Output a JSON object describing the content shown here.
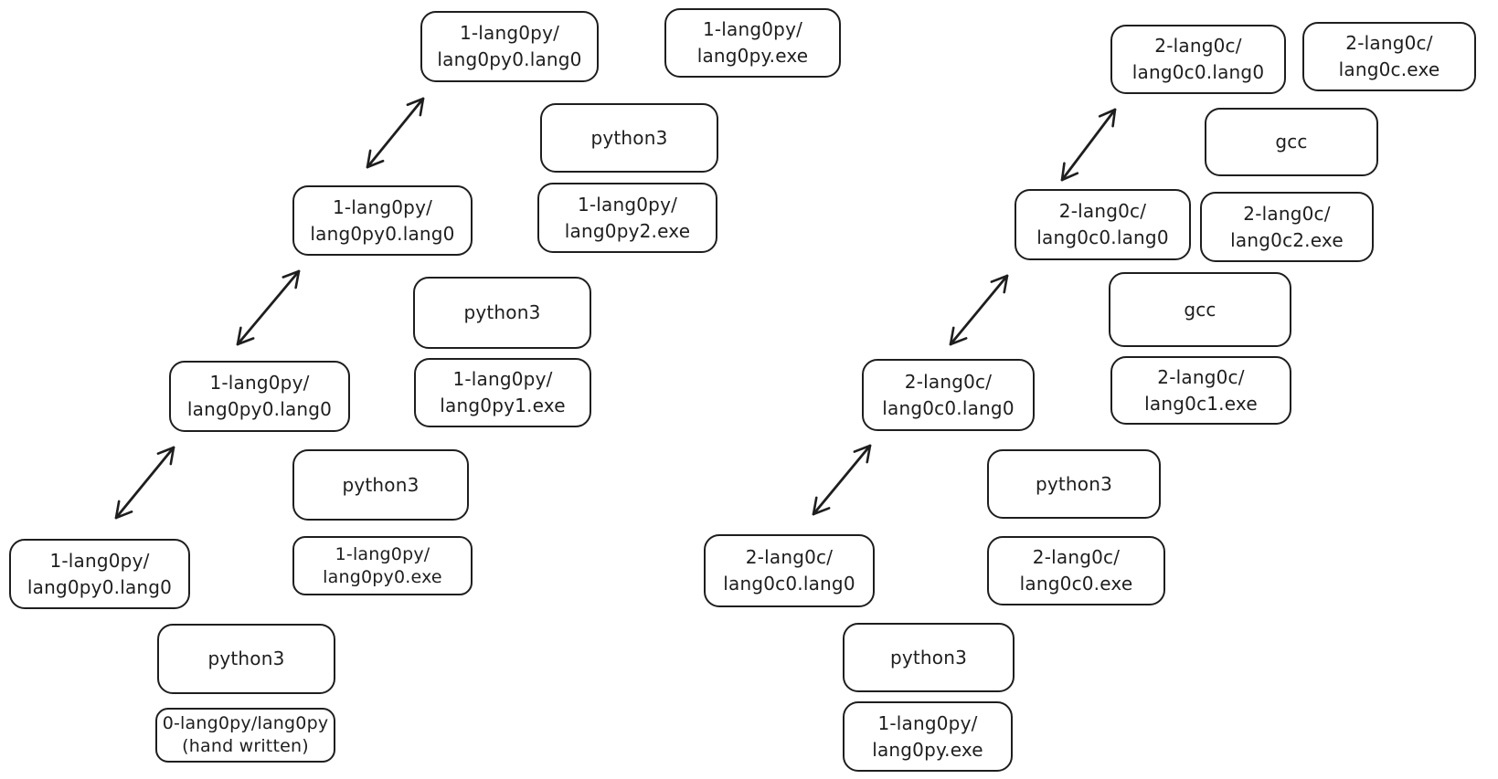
{
  "canvas": {
    "background_color": "#ffffff",
    "stroke_color": "#1e1e1e"
  },
  "nodes": {
    "py_src_top": {
      "lines": [
        "1-lang0py/",
        "lang0py0.lang0"
      ]
    },
    "py_exe_final": {
      "lines": [
        "1-lang0py/",
        "lang0py.exe"
      ]
    },
    "py_python3_3": {
      "lines": [
        "python3"
      ]
    },
    "py_exe_2": {
      "lines": [
        "1-lang0py/",
        "lang0py2.exe"
      ]
    },
    "py_src_2": {
      "lines": [
        "1-lang0py/",
        "lang0py0.lang0"
      ]
    },
    "py_python3_2": {
      "lines": [
        "python3"
      ]
    },
    "py_exe_1": {
      "lines": [
        "1-lang0py/",
        "lang0py1.exe"
      ]
    },
    "py_src_1": {
      "lines": [
        "1-lang0py/",
        "lang0py0.lang0"
      ]
    },
    "py_python3_1": {
      "lines": [
        "python3"
      ]
    },
    "py_exe_0": {
      "lines": [
        "1-lang0py/",
        "lang0py0.exe"
      ]
    },
    "py_src_0": {
      "lines": [
        "1-lang0py/",
        "lang0py0.lang0"
      ]
    },
    "py_python3_0": {
      "lines": [
        "python3"
      ]
    },
    "py_handwritten": {
      "lines": [
        "0-lang0py/lang0py",
        "(hand written)"
      ]
    },
    "c_src_top": {
      "lines": [
        "2-lang0c/",
        "lang0c0.lang0"
      ]
    },
    "c_exe_final": {
      "lines": [
        "2-lang0c/",
        "lang0c.exe"
      ]
    },
    "c_gcc_2": {
      "lines": [
        "gcc"
      ]
    },
    "c_src_2": {
      "lines": [
        "2-lang0c/",
        "lang0c0.lang0"
      ]
    },
    "c_exe_2": {
      "lines": [
        "2-lang0c/",
        "lang0c2.exe"
      ]
    },
    "c_gcc_1": {
      "lines": [
        "gcc"
      ]
    },
    "c_exe_1": {
      "lines": [
        "2-lang0c/",
        "lang0c1.exe"
      ]
    },
    "c_src_1": {
      "lines": [
        "2-lang0c/",
        "lang0c0.lang0"
      ]
    },
    "c_python3_1": {
      "lines": [
        "python3"
      ]
    },
    "c_src_0": {
      "lines": [
        "2-lang0c/",
        "lang0c0.lang0"
      ]
    },
    "c_exe_0": {
      "lines": [
        "2-lang0c/",
        "lang0c0.exe"
      ]
    },
    "c_python3_0": {
      "lines": [
        "python3"
      ]
    },
    "c_pyexe_bottom": {
      "lines": [
        "1-lang0py/",
        "lang0py.exe"
      ]
    }
  },
  "edges": [
    {
      "from": "py_src_0",
      "to": "py_src_1",
      "type": "double-arrow"
    },
    {
      "from": "py_src_1",
      "to": "py_src_2",
      "type": "double-arrow"
    },
    {
      "from": "py_src_2",
      "to": "py_src_top",
      "type": "double-arrow"
    },
    {
      "from": "c_src_0",
      "to": "c_src_1",
      "type": "double-arrow"
    },
    {
      "from": "c_src_1",
      "to": "c_src_2",
      "type": "double-arrow"
    },
    {
      "from": "c_src_2",
      "to": "c_src_top",
      "type": "double-arrow"
    }
  ]
}
